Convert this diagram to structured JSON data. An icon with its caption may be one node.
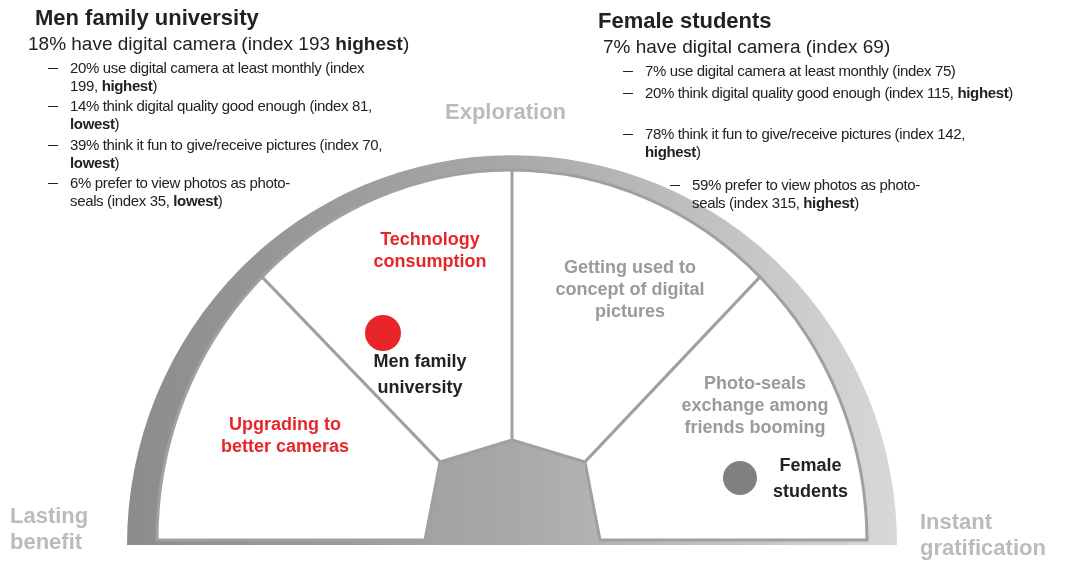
{
  "diagram": {
    "nodes": [
      {
        "text": [
          "Technology consumption"
        ]
      },
      {
        "text": [
          "Getting used to concept of digital pictures"
        ]
      },
      {
        "text": [],
        "shape": "circle",
        "in": 0,
        "beside": [
          "Men family university"
        ]
      },
      {
        "text": [
          "Photo-seals exchange among friends booming"
        ]
      },
      {
        "text": [
          "Upgrading to better cameras"
        ]
      },
      {
        "text": [],
        "shape": "circle",
        "in": 3,
        "beside": [
          "Female students"
        ]
      }
    ],
    "edges": [],
    "labels": [
      "Men family university",
      "18% have digital camera (index 193 **highest**)",
      "20% use digital camera at least monthly (index 199, **highest**)",
      "14% think digital quality good enough (index 81, **lowest**)",
      "39% think it fun to give/receive pictures (index 70, **lowest**)",
      "6% prefer to view photos as photo-seals (index 35, **lowest**)",
      "Exploration",
      "Female students",
      "7% have digital camera (index 69)",
      "7% use digital camera at least monthly (index 75)",
      "20% think digital quality good enough (index 115, **highest**)",
      "78% think it fun to give/receive pictures (index 142, **highest**)",
      "59% prefer to view photos as photo-seals (index 315, **highest**)",
      "Lasting benefit",
      "Instant gratification"
    ]
  }
}
